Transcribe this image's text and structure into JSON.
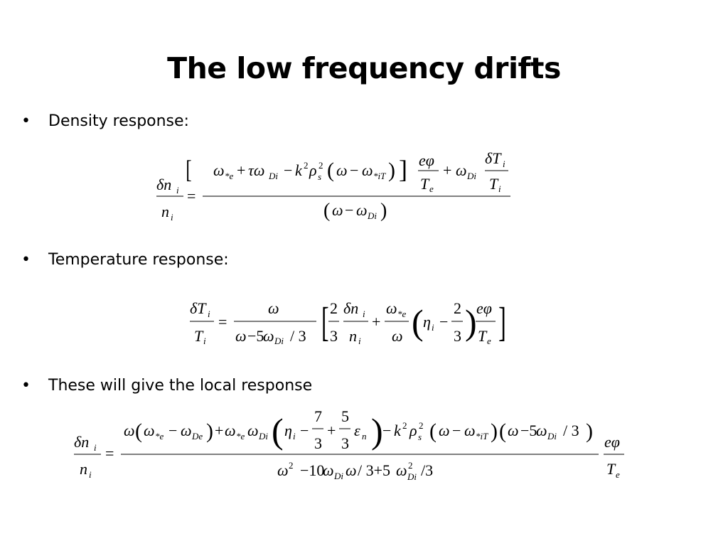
{
  "slide": {
    "title": "The low frequency drifts",
    "bullets": [
      {
        "symbol": "•",
        "text": "Density response:"
      },
      {
        "symbol": "•",
        "text": "Temperature response:"
      },
      {
        "symbol": "•",
        "text": "These will give the local response"
      }
    ]
  }
}
